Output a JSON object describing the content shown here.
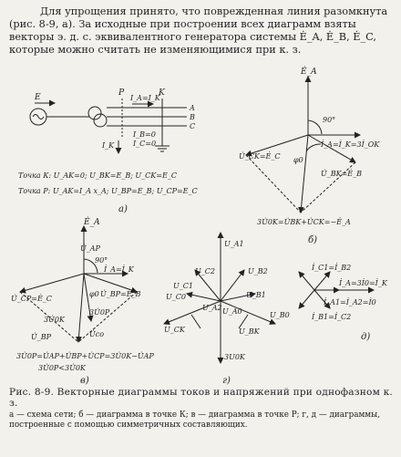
{
  "intro": {
    "line1": "Для упрощения принято, что поврежденная линия разомкнута",
    "line2": "(рис. 8-9, а). За исходные при построении всех диаграмм взяты",
    "line3": "векторы э. д. с. эквивалентного генератора системы Ė_A, Ė_B, Ė_C,",
    "line4": "которые можно считать не изменяющимися при к. з."
  },
  "circuit": {
    "e_label": "E",
    "p_label": "P",
    "k_label": "K",
    "ia_label": "I_A=I_K",
    "ib_label": "I_B=0",
    "ic_label": "I_C=0",
    "ik_label": "I_K",
    "phase_a": "A",
    "phase_b": "B",
    "phase_c": "C",
    "sub_label": "а)",
    "point_k": "Точка К: U_AK=0; U_BK=E_B; U_CK=E_C",
    "point_p": "Точка Р: U_AK=I_A x_A; U_BP=E_B; U_CP=E_C"
  },
  "diagram_b": {
    "ea": "Ė_A",
    "angle": "90°",
    "current": "İ_A=İ_K=3İ_OK",
    "uck": "U̇_CK=Ė_C",
    "ubk": "U̇_BK=Ė_B",
    "phi": "φ0",
    "sum": "3U̇0K=U̇BK+U̇CK=−Ė_A",
    "sub_label": "б)"
  },
  "diagram_v": {
    "ea": "Ė_A",
    "uap": "U̇_AP",
    "angle": "90°",
    "current": "İ_A=İ_K",
    "ucp": "U̇_CP=Ė_C",
    "ubp": "U̇_BP=Ė_B",
    "u0k": "3U̇0K",
    "u0p": "3U̇0P",
    "phi": "φ0",
    "uco": "U̇co",
    "ubp2": "U̇_BP",
    "eq1": "3U̇0P=U̇AP+U̇BP+U̇CP=3U̇0K−U̇AP",
    "eq2": "3U̇0P<3U̇0K",
    "sub_label": "в)"
  },
  "diagram_g": {
    "ua1": "U_A1",
    "uc2": "U_C2",
    "ub2": "U_B2",
    "uc1": "U_C1",
    "uc0": "U_C0",
    "ub1": "U_B1",
    "ua2": "U_A2",
    "ua0": "U_A0",
    "ubk": "U_BK",
    "uck": "U_CK",
    "ub0": "U_B0",
    "u3ok": "3U0K",
    "sub_label": "г)"
  },
  "diagram_d": {
    "ic1": "İ_C1=İ_B2",
    "ia": "İ_A=3İ0=İ_K",
    "ia1": "İ_A1=İ_A2=İ0",
    "ib1": "İ_B1=İ_C2",
    "sub_label": "д)"
  },
  "caption": {
    "title": "Рис. 8-9. Векторные диаграммы токов и напряжений при однофазном к. з.",
    "legend1": "а — схема сети; б — диаграмма в точке К; в — диаграмма в точке Р; г, д — диаграммы,",
    "legend2": "построенные с помощью симметричных составляющих."
  }
}
